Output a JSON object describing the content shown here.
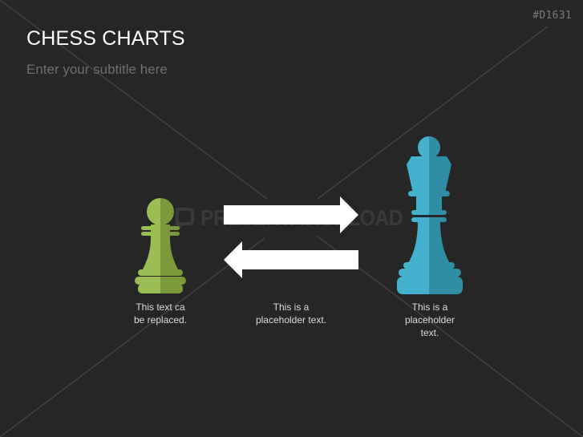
{
  "slide": {
    "id_label": "#D1631",
    "title": "CHESS CHARTS",
    "subtitle": "Enter your subtitle here",
    "watermark": "PRESENTATIONLOAD"
  },
  "colors": {
    "background": "#262626",
    "pawn_light": "#9bbd55",
    "pawn_dark": "#7a9a3c",
    "king_light": "#44b2ce",
    "king_dark": "#2f8da6",
    "arrow": "#ffffff"
  },
  "pieces": [
    {
      "name": "pawn",
      "color_light": "#9bbd55",
      "color_dark": "#7a9a3c",
      "caption_lines": [
        "This text ca",
        "be replaced."
      ]
    },
    {
      "name": "king",
      "color_light": "#44b2ce",
      "color_dark": "#2f8da6",
      "caption_lines": [
        "This is a",
        "placeholder",
        "text."
      ]
    }
  ],
  "arrows": {
    "caption_lines": [
      "This is a",
      "placeholder text."
    ],
    "top": {
      "direction": "right"
    },
    "bottom": {
      "direction": "left"
    }
  }
}
